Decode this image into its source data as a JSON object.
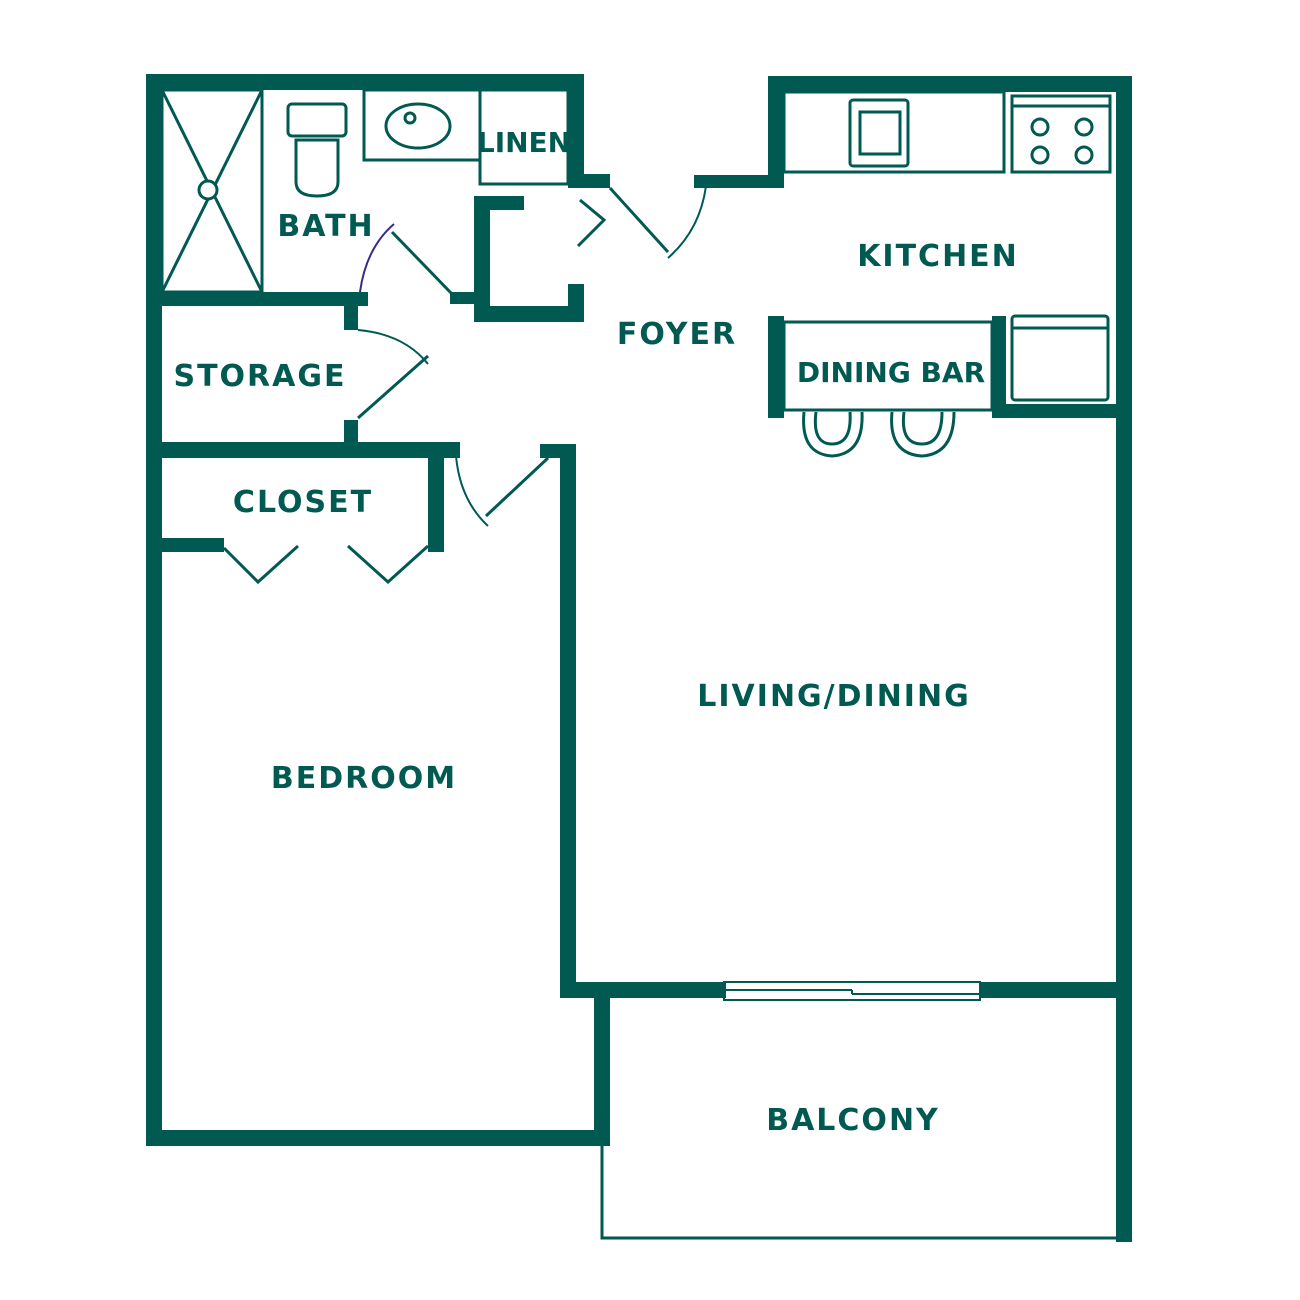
{
  "colors": {
    "wall": "#005a52",
    "background": "#ffffff",
    "bath_door_arc": "#3b2a8a"
  },
  "rooms": {
    "bath": "BATH",
    "linen": "LINEN",
    "kitchen": "KITCHEN",
    "foyer": "FOYER",
    "storage": "STORAGE",
    "dining_bar": "DINING BAR",
    "closet": "CLOSET",
    "living_dining": "LIVING/DINING",
    "bedroom": "BEDROOM",
    "balcony": "BALCONY"
  },
  "fixtures": {
    "shower": "shower-icon",
    "toilet": "toilet-icon",
    "sink": "sink-icon",
    "kitchen_sink": "kitchen-sink-icon",
    "stove": "stove-icon",
    "refrigerator": "refrigerator-icon",
    "bar_stools": "bar-stool-icon",
    "sliding_door": "sliding-door-icon"
  }
}
